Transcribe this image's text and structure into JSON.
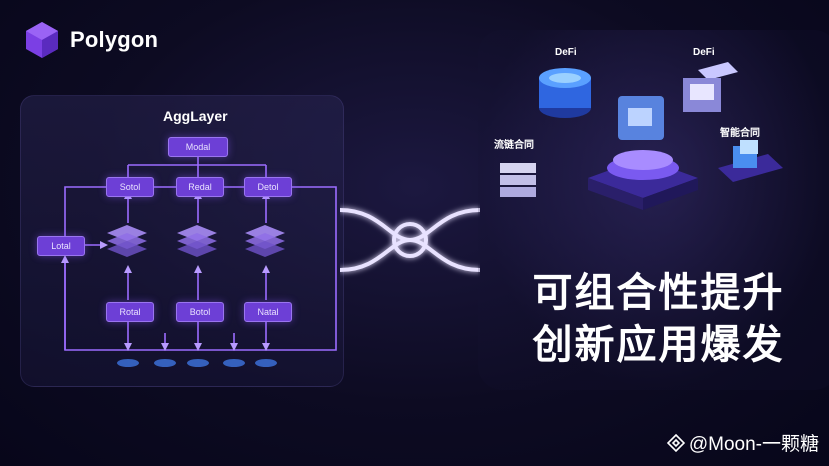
{
  "brand": {
    "name": "Polygon"
  },
  "agglayer": {
    "title": "AggLayer",
    "top_node": "Modal",
    "row1": [
      "Sotol",
      "Redal",
      "Detol"
    ],
    "side_node": "Lotal",
    "row2": [
      "Rotal",
      "Botol",
      "Natal"
    ]
  },
  "right": {
    "label_defi_1": "DeFi",
    "label_defi_2": "DeFi",
    "label_liquidity": "流链合同",
    "label_smart": "智能合同"
  },
  "headline": {
    "line1": "可组合性提升",
    "line2": "创新应用爆发"
  },
  "watermark": {
    "text": "@Moon-一颗糖"
  },
  "colors": {
    "accent": "#7b4fe8",
    "glow": "#b89bff",
    "background": "#0d0b22"
  }
}
